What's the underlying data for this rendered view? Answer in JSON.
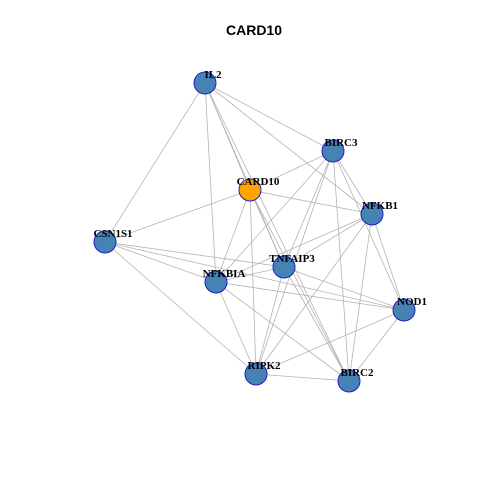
{
  "title": "CARD10",
  "colors": {
    "node_default": "#4682b4",
    "node_focus": "#ffa500",
    "node_border": "#1f1fc7",
    "edge": "#b4b4b4"
  },
  "nodes": [
    {
      "id": "IL2",
      "label": "IL2",
      "focus": false
    },
    {
      "id": "BIRC3",
      "label": "BIRC3",
      "focus": false
    },
    {
      "id": "CARD10",
      "label": "CARD10",
      "focus": true
    },
    {
      "id": "NFKB1",
      "label": "NFKB1",
      "focus": false
    },
    {
      "id": "CSN1S1",
      "label": "CSN1S1",
      "focus": false
    },
    {
      "id": "TNFAIP3",
      "label": "TNFAIP3",
      "focus": false
    },
    {
      "id": "NFKBIA",
      "label": "NFKBIA",
      "focus": false
    },
    {
      "id": "NOD1",
      "label": "NOD1",
      "focus": false
    },
    {
      "id": "RIPK2",
      "label": "RIPK2",
      "focus": false
    },
    {
      "id": "BIRC2",
      "label": "BIRC2",
      "focus": false
    }
  ],
  "edges": [
    [
      "IL2",
      "BIRC3"
    ],
    [
      "IL2",
      "NFKB1"
    ],
    [
      "IL2",
      "CSN1S1"
    ],
    [
      "IL2",
      "NFKBIA"
    ],
    [
      "IL2",
      "CARD10"
    ],
    [
      "IL2",
      "TNFAIP3"
    ],
    [
      "IL2",
      "BIRC2"
    ],
    [
      "BIRC3",
      "CARD10"
    ],
    [
      "BIRC3",
      "NFKB1"
    ],
    [
      "BIRC3",
      "TNFAIP3"
    ],
    [
      "BIRC3",
      "NFKBIA"
    ],
    [
      "BIRC3",
      "NOD1"
    ],
    [
      "BIRC3",
      "RIPK2"
    ],
    [
      "BIRC3",
      "BIRC2"
    ],
    [
      "CARD10",
      "CSN1S1"
    ],
    [
      "CARD10",
      "NFKB1"
    ],
    [
      "CARD10",
      "NFKBIA"
    ],
    [
      "CARD10",
      "TNFAIP3"
    ],
    [
      "CARD10",
      "RIPK2"
    ],
    [
      "CARD10",
      "BIRC2"
    ],
    [
      "NFKB1",
      "TNFAIP3"
    ],
    [
      "NFKB1",
      "NFKBIA"
    ],
    [
      "NFKB1",
      "NOD1"
    ],
    [
      "NFKB1",
      "RIPK2"
    ],
    [
      "NFKB1",
      "BIRC2"
    ],
    [
      "CSN1S1",
      "NFKBIA"
    ],
    [
      "CSN1S1",
      "TNFAIP3"
    ],
    [
      "CSN1S1",
      "NOD1"
    ],
    [
      "CSN1S1",
      "RIPK2"
    ],
    [
      "TNFAIP3",
      "NFKBIA"
    ],
    [
      "TNFAIP3",
      "NOD1"
    ],
    [
      "TNFAIP3",
      "RIPK2"
    ],
    [
      "TNFAIP3",
      "BIRC2"
    ],
    [
      "NFKBIA",
      "NOD1"
    ],
    [
      "NFKBIA",
      "RIPK2"
    ],
    [
      "NFKBIA",
      "BIRC2"
    ],
    [
      "NOD1",
      "RIPK2"
    ],
    [
      "NOD1",
      "BIRC2"
    ],
    [
      "RIPK2",
      "BIRC2"
    ]
  ]
}
